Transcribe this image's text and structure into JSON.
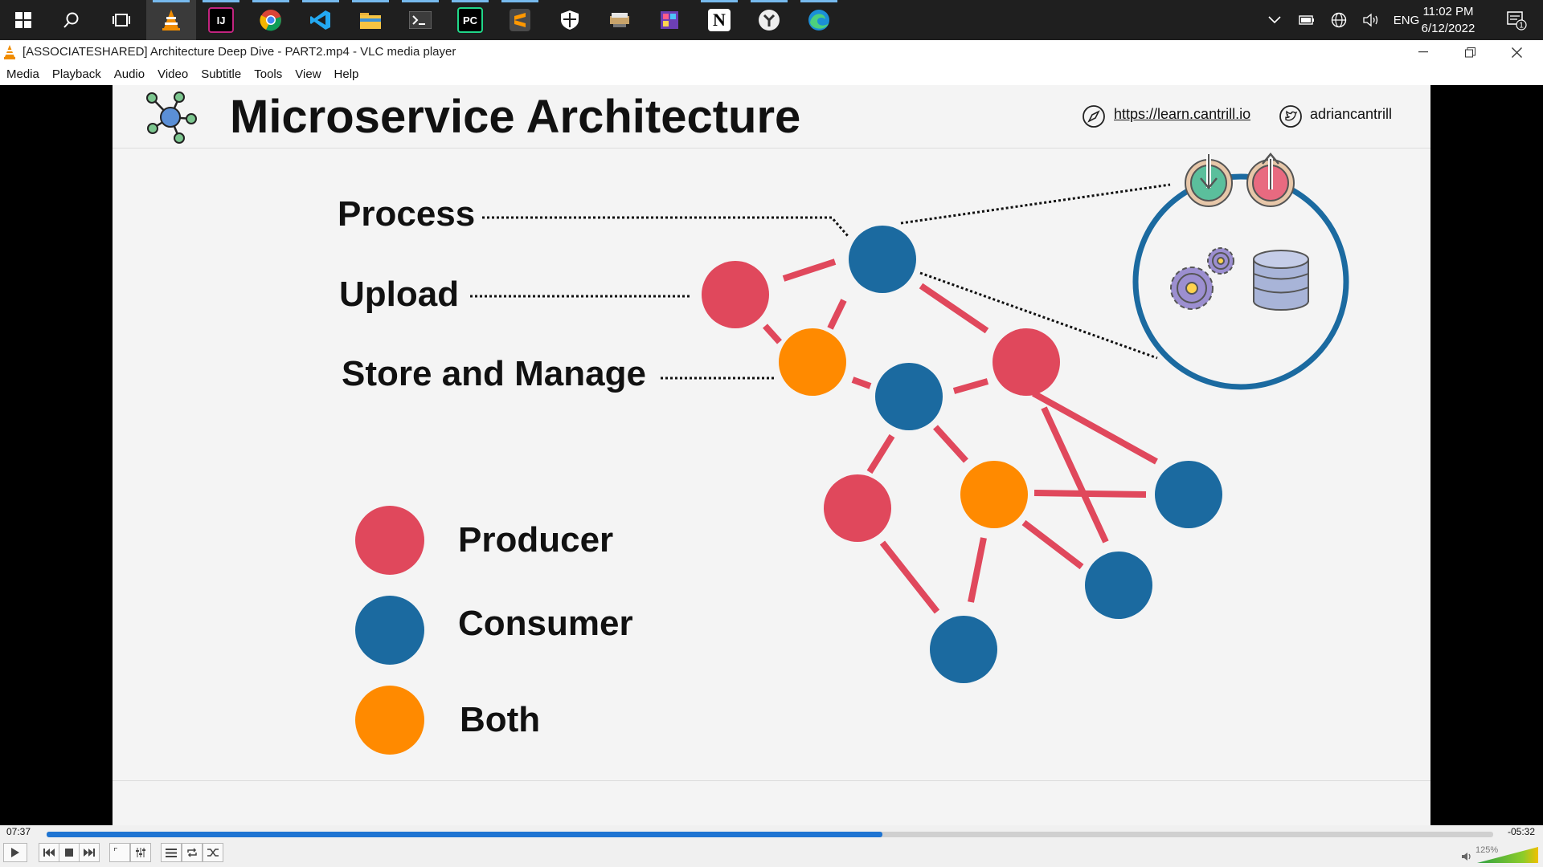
{
  "taskbar": {
    "apps": [
      "start-icon",
      "search-icon",
      "task-view-icon",
      "vlc-icon",
      "intellij-icon",
      "chrome-icon",
      "vscode-icon",
      "file-explorer-icon",
      "terminal-icon",
      "pycharm-icon",
      "sublime-icon",
      "security-icon",
      "app-icon",
      "app-icon",
      "notion-icon",
      "clock-app-icon",
      "edge-icon"
    ],
    "ij_text": "IJ",
    "pc_text": "PC",
    "notion_text": "N",
    "language": "ENG",
    "time": "11:02 PM",
    "date": "6/12/2022",
    "notification_count": "1"
  },
  "window": {
    "title": "[ASSOCIATESHARED] Architecture Deep Dive - PART2.mp4 - VLC media player"
  },
  "menu": [
    "Media",
    "Playback",
    "Audio",
    "Video",
    "Subtitle",
    "Tools",
    "View",
    "Help"
  ],
  "slide": {
    "title": "Microservice Architecture",
    "link": "https://learn.cantrill.io",
    "handle": "adriancantrill",
    "labels": {
      "process": "Process",
      "upload": "Upload",
      "store": "Store and Manage"
    },
    "legend": [
      {
        "label": "Producer",
        "color": "#e0485c"
      },
      {
        "label": "Consumer",
        "color": "#1b6aa0"
      },
      {
        "label": "Both",
        "color": "#ff8a00"
      }
    ]
  },
  "player": {
    "elapsed": "07:37",
    "remaining": "-05:32",
    "progress_fraction": 0.578,
    "volume": "125%"
  }
}
